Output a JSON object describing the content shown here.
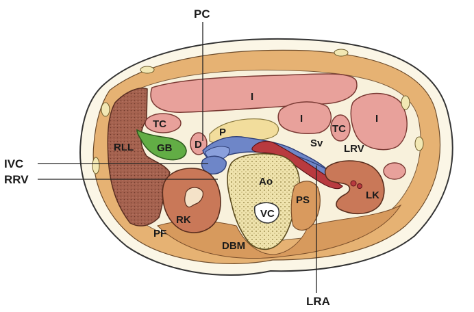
{
  "labels": {
    "pc": "PC",
    "ivc": "IVC",
    "rrv": "RRV",
    "lra": "LRA",
    "i1": "I",
    "i2": "I",
    "i3": "I",
    "tc1": "TC",
    "tc2": "TC",
    "rll": "RLL",
    "gb": "GB",
    "d": "D",
    "p": "P",
    "sv": "Sv",
    "lrv": "LRV",
    "ao": "Ao",
    "lk": "LK",
    "rk": "RK",
    "vc": "VC",
    "ps": "PS",
    "pf": "PF",
    "dbm": "DBM"
  },
  "colors": {
    "skin": "#f6ecc8",
    "fat": "#e7b77a",
    "intestine": "#e9a39c",
    "liver": "#a2624e",
    "kidney": "#c9795a",
    "gallbladder": "#6ab04c",
    "vein": "#6f86c4",
    "artery": "#b8343c",
    "bone": "#f2e8b4",
    "muscle": "#d99a5e",
    "pancreas": "#f3dfa0"
  }
}
